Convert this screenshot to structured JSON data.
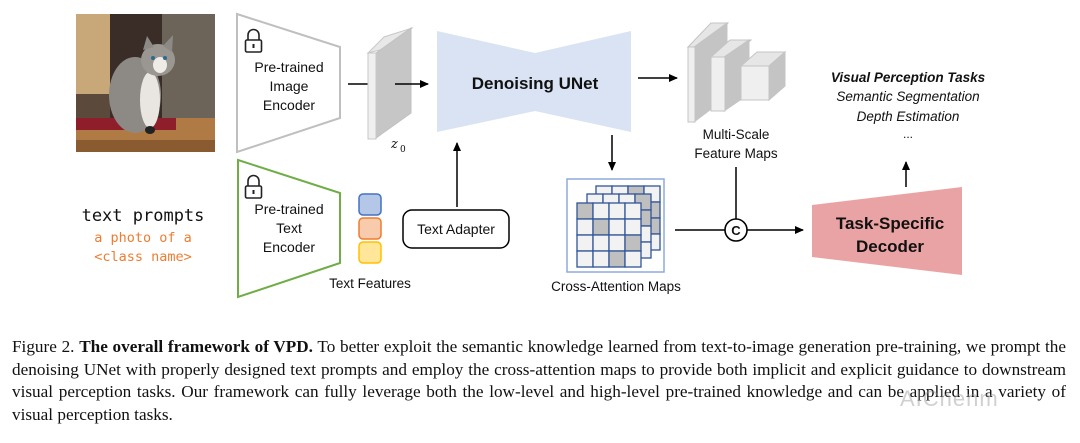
{
  "figure": {
    "image_alt": "cat sitting on a wooden table",
    "image_encoder": {
      "lines": [
        "Pre-trained",
        "Image",
        "Encoder"
      ],
      "icon": "lock-icon"
    },
    "text_encoder": {
      "lines": [
        "Pre-trained",
        "Text",
        "Encoder"
      ],
      "icon": "lock-icon"
    },
    "latent_label": "z",
    "latent_subscript": "0",
    "unet_label": "Denoising UNet",
    "text_prompts": {
      "title": "text prompts",
      "template_lines": [
        "a photo of a",
        "<class name>"
      ]
    },
    "text_features_label": "Text Features",
    "text_adapter_label": "Text Adapter",
    "cross_attention_label": "Cross-Attention Maps",
    "feature_maps_label_lines": [
      "Multi-Scale",
      "Feature Maps"
    ],
    "concat_symbol": "C",
    "decoder_lines": [
      "Task-Specific",
      "Decoder"
    ],
    "tasks": {
      "title": "Visual Perception Tasks",
      "items": [
        "Semantic Segmentation",
        "Depth Estimation",
        "..."
      ]
    },
    "colors": {
      "unet_fill": "#dae3f3",
      "decoder_fill": "#eaa3a4",
      "text_encoder_stroke": "#70ad47",
      "image_encoder_stroke": "#bfbfbf",
      "tasks_title": "#4472c4",
      "prompt_template": "#ed7d31",
      "feature_blue": "#b4c7e7",
      "feature_orange": "#f8cbad",
      "feature_yellow": "#ffe699",
      "attention_grid": "#2f5597"
    }
  },
  "caption": {
    "prefix": "Figure 2.",
    "bold": "The overall framework of VPD.",
    "body": "To better exploit the semantic knowledge learned from text-to-image generation pre-training, we prompt the denoising UNet with properly designed text prompts and employ the cross-attention maps to provide both implicit and explicit guidance to downstream visual perception tasks. Our framework can fully leverage both the low-level and high-level pre-trained knowledge and can be applied in a variety of visual perception tasks."
  },
  "watermark": "AIChenm"
}
